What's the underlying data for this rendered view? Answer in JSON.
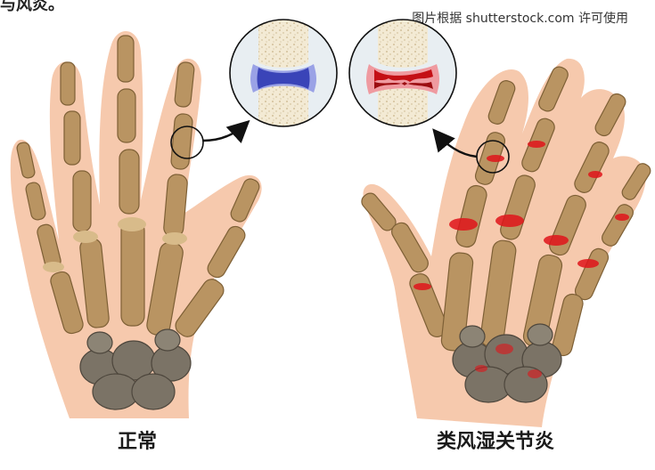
{
  "header": {
    "partial_title": "与风炎。",
    "credit": "图片根据 shutterstock.com 许可使用"
  },
  "panels": {
    "normal": {
      "label": "正常"
    },
    "rheumatoid": {
      "label": "类风湿关节炎"
    }
  },
  "colors": {
    "skin": "#f6c9ad",
    "bone": "#b99462",
    "bone_light": "#d8bb8a",
    "bone_dark": "#7e6036",
    "carpal": "#7b7366",
    "cartilage_normal": "#3a44b8",
    "inflammation": "#e0151b",
    "background": "#ffffff"
  }
}
